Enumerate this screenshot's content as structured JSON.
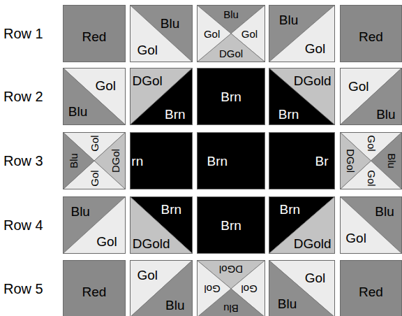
{
  "diagram": {
    "nodes": [
      {
        "text": [
          "Red"
        ]
      },
      {
        "text": [
          "Blu",
          "Gol"
        ]
      },
      {
        "text": [
          "Blu",
          "Gol",
          "Gol",
          "DGol"
        ]
      },
      {
        "text": [
          "Blu",
          "Gol"
        ]
      },
      {
        "text": [
          "Red"
        ]
      },
      {
        "text": [
          "Gol",
          "Blu"
        ]
      },
      {
        "text": [
          "DGol",
          "Brn"
        ]
      },
      {
        "text": [
          "Brn"
        ]
      },
      {
        "text": [
          "DGold",
          "Brn"
        ]
      },
      {
        "text": [
          "Gol",
          "Blu"
        ]
      },
      {
        "text": [
          "Blu",
          "Gol",
          "Gol",
          "DGol"
        ]
      },
      {
        "text": [
          "rn"
        ]
      },
      {
        "text": [
          "Brn"
        ]
      },
      {
        "text": [
          "Br"
        ]
      },
      {
        "text": [
          "DGol",
          "Gol",
          "Gol",
          "Blu"
        ]
      },
      {
        "text": [
          "Blu",
          "Gol"
        ]
      },
      {
        "text": [
          "Brn",
          "DGold"
        ]
      },
      {
        "text": [
          "Brn"
        ]
      },
      {
        "text": [
          "Brn",
          "DGold"
        ]
      },
      {
        "text": [
          "Blu",
          "Gol"
        ]
      },
      {
        "text": [
          "Red"
        ]
      },
      {
        "text": [
          "Gol",
          "Blu"
        ]
      },
      {
        "text": [
          "DGol",
          "Gol",
          "Gol",
          "Blu"
        ]
      },
      {
        "text": [
          "Gol",
          "Blu"
        ]
      },
      {
        "text": [
          "Red"
        ]
      }
    ],
    "labels": [
      "Row 1",
      "Row 2",
      "Row 3",
      "Row 4",
      "Row 5"
    ]
  }
}
